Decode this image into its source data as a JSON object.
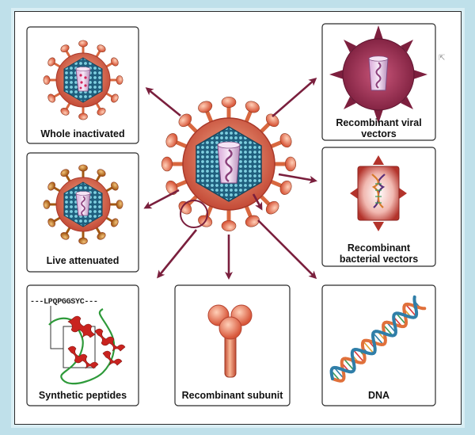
{
  "labels": {
    "whole_inactivated": "Whole inactivated",
    "live_attenuated": "Live attenuated",
    "synthetic_peptides": "Synthetic peptides",
    "recombinant_subunit": "Recombinant subunit",
    "recombinant_viral_vectors": "Recombinant viral vectors",
    "recombinant_bacterial_vectors": "Recombinant bacterial vectors",
    "dna": "DNA"
  },
  "peptide_sequence": "---LPQPGGSYC---",
  "colors": {
    "arrow": "#7a1f3d",
    "capsid": "#2c6e8f",
    "capsid_dot": "#7fd0e0",
    "spike_orange": "#e06a4a",
    "spike_brown": "#b8611a",
    "envelope": "#c04a3a",
    "genome": "#8a4a8a",
    "bacterial_box": "#c0392b"
  }
}
